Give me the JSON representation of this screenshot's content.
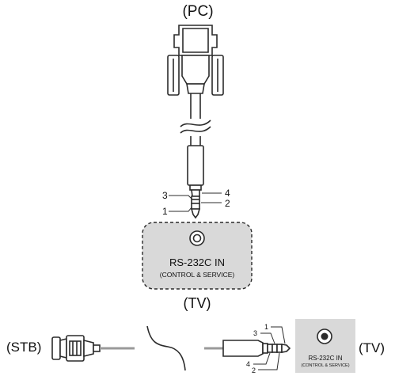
{
  "top_diagram": {
    "pc_label": "(PC)",
    "pins": [
      "1",
      "2",
      "3",
      "4"
    ],
    "port_label": "RS-232C IN",
    "port_sublabel": "(CONTROL & SERVICE)",
    "tv_label": "(TV)"
  },
  "bottom_diagram": {
    "stb_label": "(STB)",
    "pins": [
      "1",
      "2",
      "3",
      "4"
    ],
    "port_label": "RS-232C IN",
    "port_sublabel": "(CONTROL & SERVICE)",
    "tv_label": "(TV)"
  },
  "colors": {
    "line": "#2b2b2b",
    "panel_fill": "#d9d9d9",
    "cable": "#9a9a9a"
  }
}
